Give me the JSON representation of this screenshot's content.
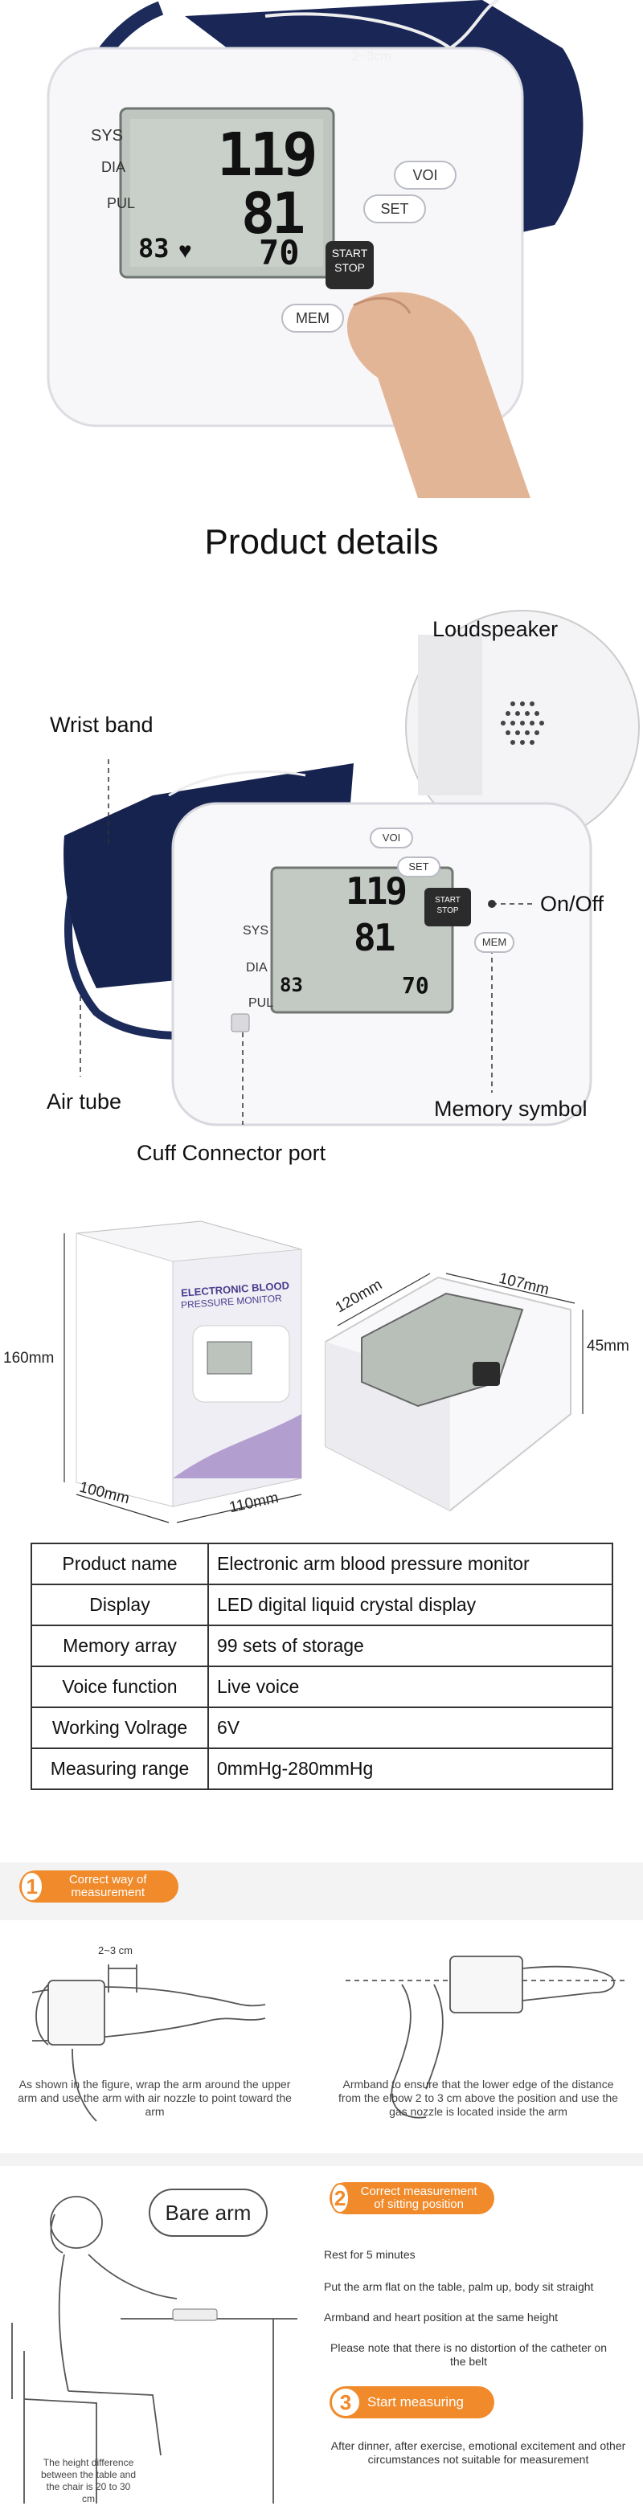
{
  "device": {
    "buttons": {
      "voice": "VOI",
      "set": "SET",
      "start_stop": "START STOP",
      "memory": "MEM"
    },
    "labels": {
      "sys": "SYS",
      "dia": "DIA",
      "pul": "PUL"
    },
    "display": {
      "sys": "119",
      "dia": "81",
      "pul": "70",
      "mem": "83"
    },
    "cuff_mark": "2~3cm"
  },
  "details": {
    "title": "Product details",
    "callouts": {
      "loudspeaker": "Loudspeaker",
      "wrist_band": "Wrist band",
      "on_off": "On/Off",
      "air_tube": "Air tube",
      "memory_symbol": "Memory symbol",
      "cuff_port": "Cuff Connector port"
    }
  },
  "dimensions": {
    "box_height": "160mm",
    "box_depth": "100mm",
    "box_width": "110mm",
    "device_depth": "120mm",
    "device_width": "107mm",
    "device_height": "45mm",
    "box_title": "ELECTRONIC BLOOD",
    "box_subtitle": "PRESSURE MONITOR"
  },
  "specs": [
    {
      "k": "Product name",
      "v": "Electronic arm blood pressure monitor"
    },
    {
      "k": "Display",
      "v": "LED digital liquid crystal display"
    },
    {
      "k": "Memory array",
      "v": "99 sets of storage"
    },
    {
      "k": "Voice function",
      "v": "Live voice"
    },
    {
      "k": "Working Volrage",
      "v": "6V"
    },
    {
      "k": "Measuring range",
      "v": "0mmHg-280mmHg"
    }
  ],
  "instructions": {
    "tag1": {
      "num": "1",
      "text": "Correct way of measurement"
    },
    "caption_left": "As shown in the figure, wrap the arm around the upper arm and use the arm with air nozzle to point toward the arm",
    "caption_right": "Armband to ensure that the lower edge of the distance from the elbow 2 to 3 cm above the position and use the gas nozzle is located inside the arm",
    "arm_measure": "2~3 cm",
    "bubble": "Bare arm",
    "height_note": "The height difference between the table and the chair is 20 to 30 cm",
    "tag2": {
      "num": "2",
      "text": "Correct measurement of sitting position"
    },
    "sitting_steps": [
      "Rest for 5 minutes",
      "Put the arm flat on the table, palm up, body sit straight",
      "Armband and heart position at the same height",
      "Please note that there is no distortion of the catheter on the belt"
    ],
    "tag3": {
      "num": "3",
      "text": "Start measuring"
    },
    "start_note": "After dinner, after exercise, emotional excitement and other circumstances not suitable for measurement"
  }
}
